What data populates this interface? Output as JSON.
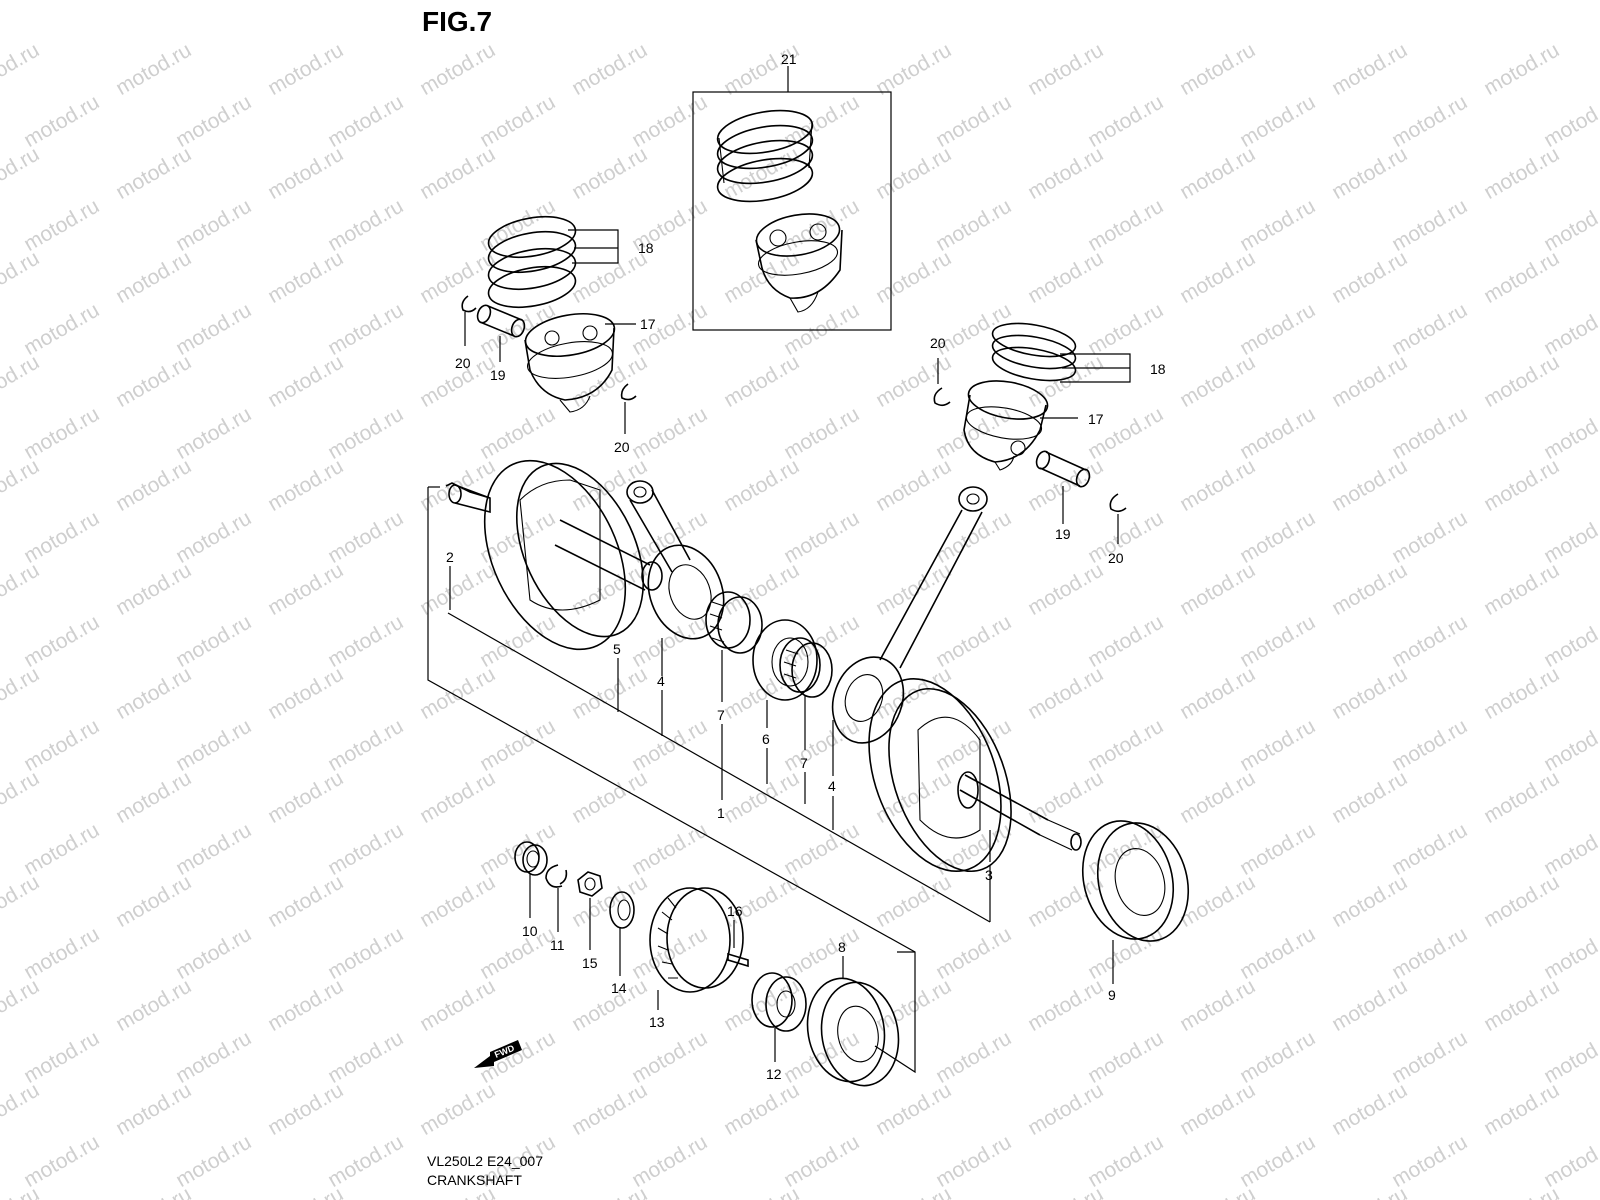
{
  "title": "FIG.7",
  "watermark": "motod.ru",
  "footer": {
    "code": "VL250L2 E24_007",
    "name": "CRANKSHAFT"
  },
  "fwd_label": "FWD",
  "callouts": [
    "21",
    "18",
    "17",
    "20",
    "19",
    "20",
    "20",
    "18",
    "17",
    "19",
    "20",
    "2",
    "5",
    "4",
    "7",
    "6",
    "7",
    "4",
    "1",
    "3",
    "9",
    "10",
    "11",
    "15",
    "14",
    "16",
    "13",
    "8",
    "12"
  ]
}
